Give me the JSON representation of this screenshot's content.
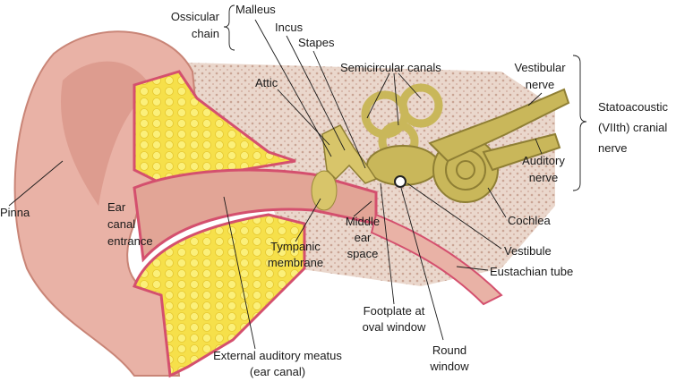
{
  "title": "Ear anatomy",
  "labels": {
    "ossicular_chain": [
      "Ossicular",
      "chain"
    ],
    "malleus": "Malleus",
    "incus": "Incus",
    "stapes": "Stapes",
    "semicircular_canals": "Semicircular canals",
    "attic": "Attic",
    "vestibular_nerve": [
      "Vestibular",
      "nerve"
    ],
    "statoacoustic": [
      "Statoacoustic",
      "(VIIth) cranial",
      "nerve"
    ],
    "auditory_nerve": [
      "Auditory",
      "nerve"
    ],
    "pinna": "Pinna",
    "ear_canal_entrance": [
      "Ear",
      "canal",
      "entrance"
    ],
    "cochlea": "Cochlea",
    "vestibule": "Vestibule",
    "middle_ear_space": [
      "Middle",
      "ear",
      "space"
    ],
    "eustachian_tube": "Eustachian tube",
    "tympanic_membrane": [
      "Tympanic",
      "membrane"
    ],
    "footplate": [
      "Footplate at",
      "oval window"
    ],
    "round_window": [
      "Round",
      "window"
    ],
    "external_meatus": [
      "External auditory meatus",
      "(ear canal)"
    ]
  },
  "colors": {
    "skin": "#e9b2a6",
    "skin_dark": "#c98577",
    "fat": "#f7e34a",
    "bone": "#e8d3c8",
    "inner_ear": "#c9b75a",
    "membrane": "#e0607a"
  }
}
